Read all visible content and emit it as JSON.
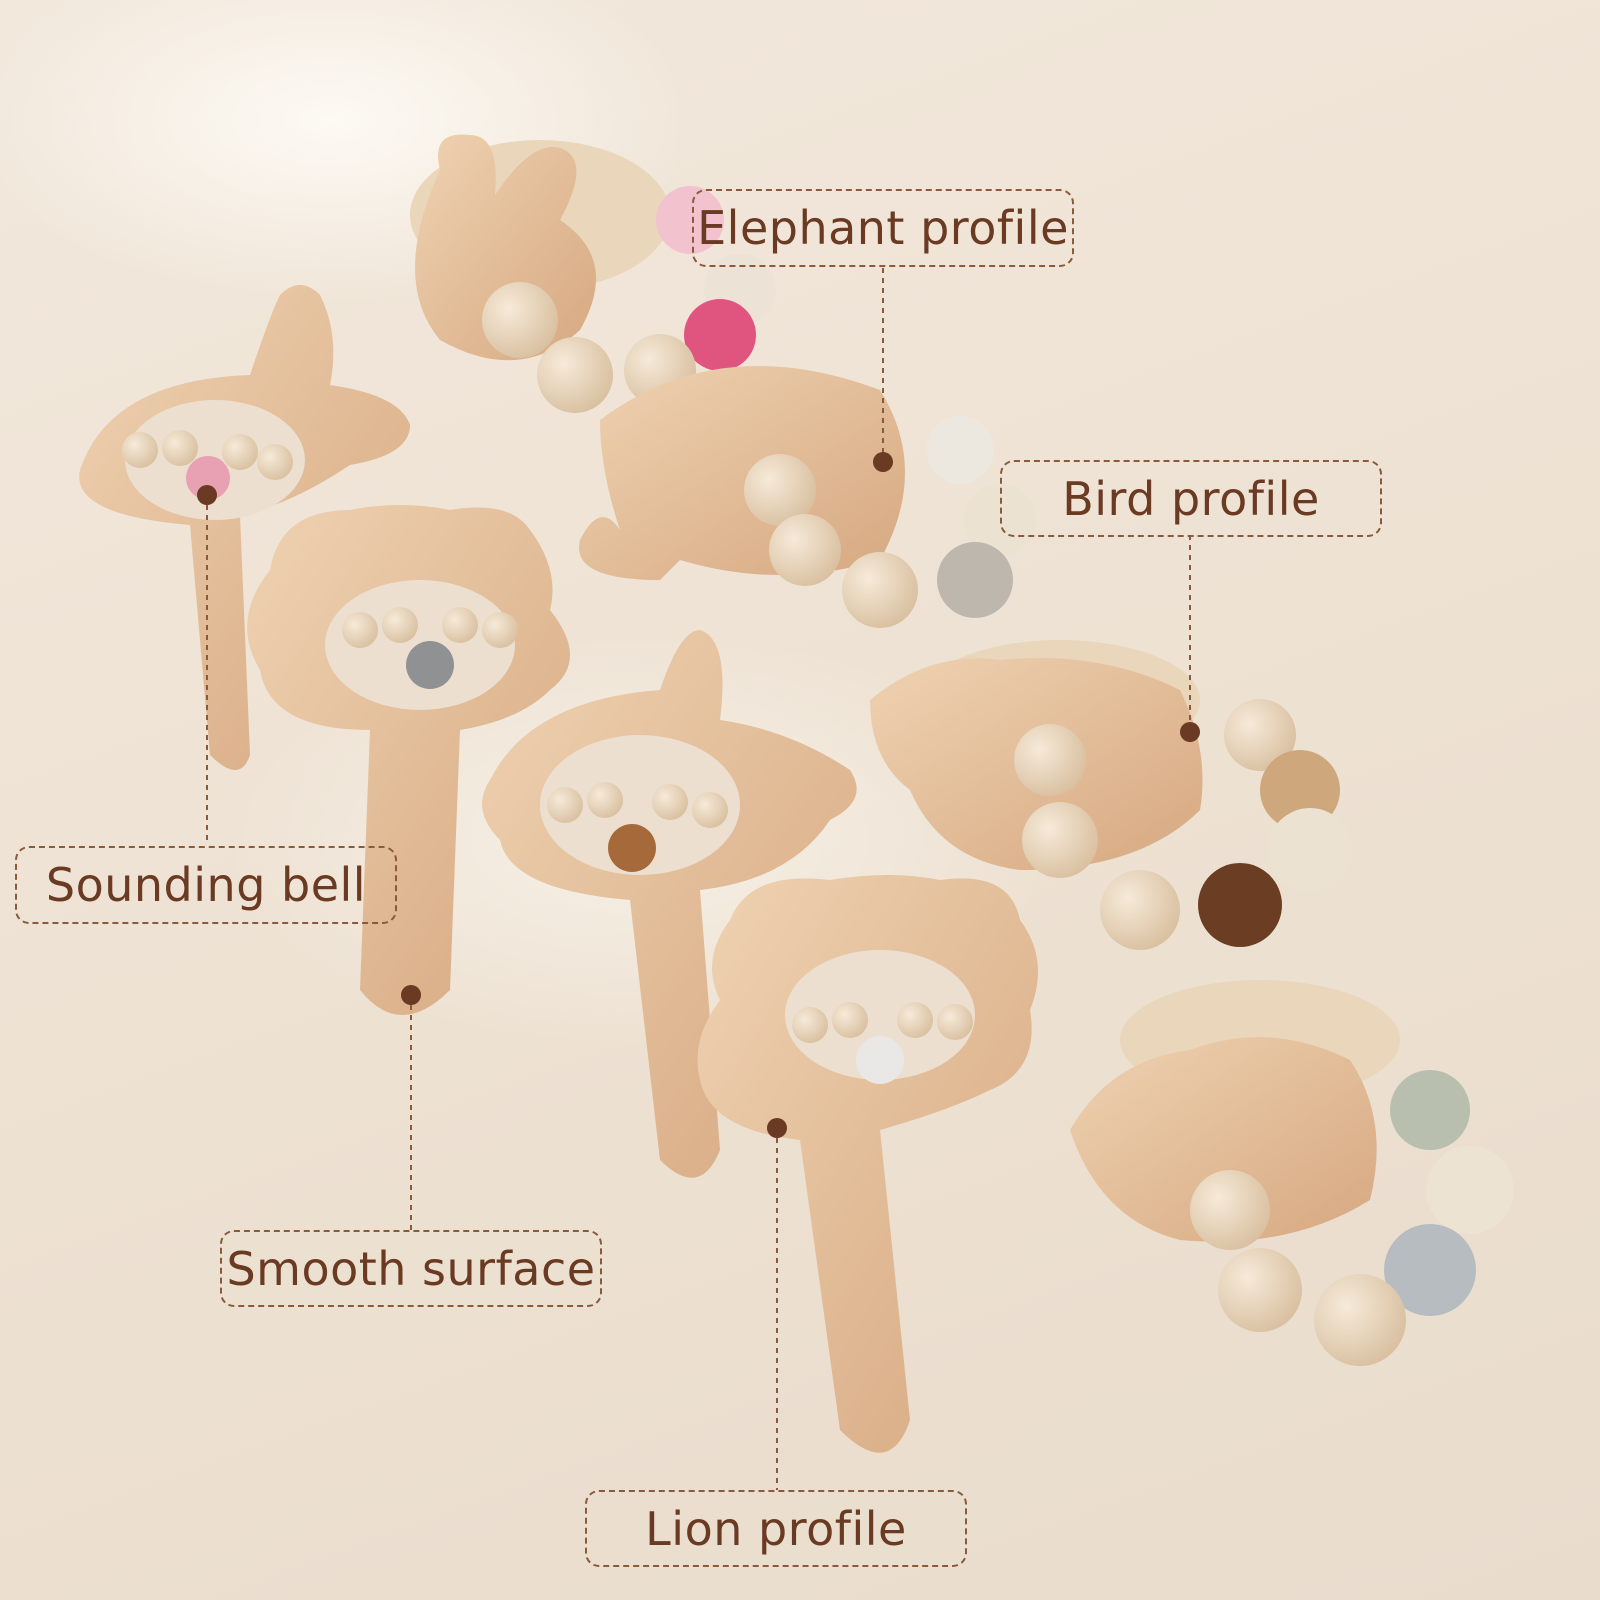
{
  "callouts": {
    "elephant": "Elephant profile",
    "bird": "Bird profile",
    "bell": "Sounding bell",
    "surface": "Smooth surface",
    "lion": "Lion profile"
  },
  "colors": {
    "wood": "#e2bf9c",
    "wood_dark": "#c99a72",
    "callout_border": "#8a5a3c",
    "callout_text": "#6a3a22",
    "bead": "#e9d9c3"
  }
}
